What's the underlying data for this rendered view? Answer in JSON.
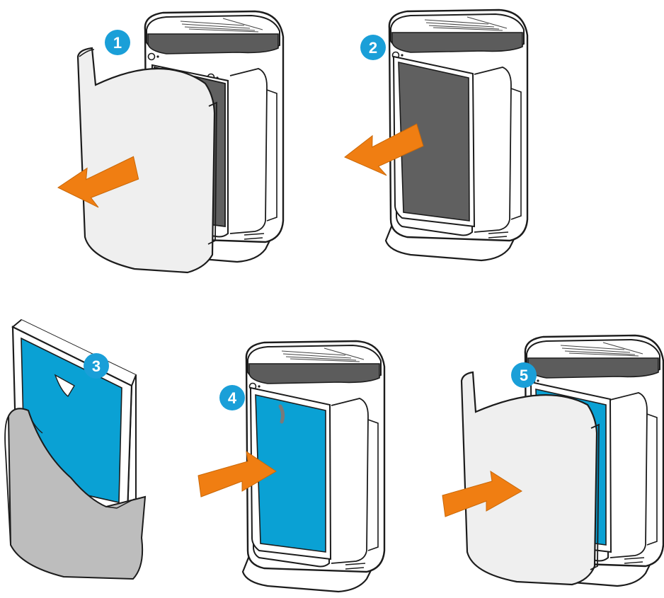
{
  "steps": [
    {
      "number": "1"
    },
    {
      "number": "2"
    },
    {
      "number": "3"
    },
    {
      "number": "4"
    },
    {
      "number": "5"
    }
  ],
  "colors": {
    "badge": "#1a9fd8",
    "arrow": "#f07e12",
    "arrow_dark": "#c96808",
    "filter_blue": "#0aa1d4",
    "filter_dark": "#606060",
    "cover": "#efefef",
    "outline": "#1c1c1c",
    "bag": "#bdbdbd"
  },
  "icons": {
    "arrow_out": "arrow-left-icon",
    "arrow_in": "arrow-right-icon"
  }
}
